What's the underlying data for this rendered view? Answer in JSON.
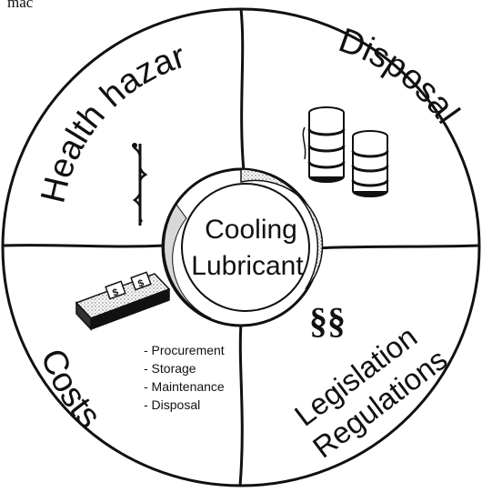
{
  "top_fragment": "mac",
  "quadrants": {
    "health_hazard": "Health hazard",
    "disposal": "Disposal",
    "costs": "Costs",
    "legislation": "Legislation",
    "regulations": "Regulations"
  },
  "hub": {
    "line1": "Cooling",
    "line2": "Lubricant"
  },
  "cost_items": [
    "- Procurement",
    "- Storage",
    "- Maintenance",
    "- Disposal"
  ],
  "law_symbol": "§§",
  "colors": {
    "ink": "#111111",
    "hub_ring_shade": "#bdbdbd",
    "paper": "#ffffff"
  },
  "icons": [
    "caduceus-icon",
    "oil-barrels-icon",
    "money-stack-icon",
    "paragraph-symbol-icon"
  ]
}
